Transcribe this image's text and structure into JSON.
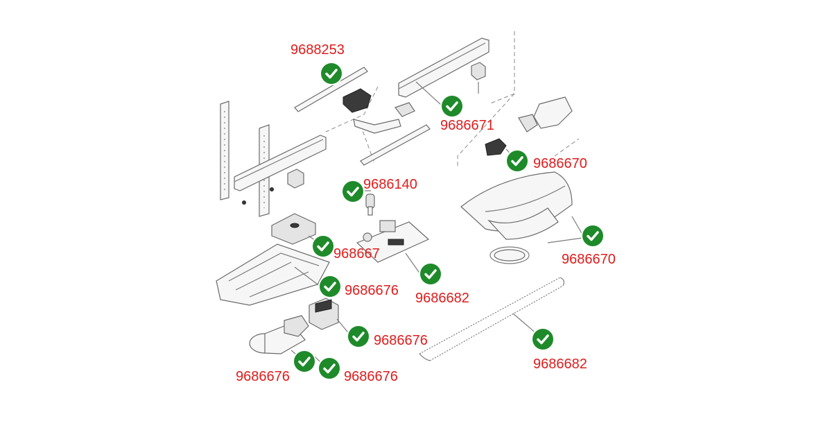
{
  "labels": [
    {
      "id": "top-bracket",
      "text": "9688253"
    },
    {
      "id": "rail-right",
      "text": "9686671"
    },
    {
      "id": "limit-switch",
      "text": "9686670"
    },
    {
      "id": "bulb",
      "text": "9686140"
    },
    {
      "id": "cover",
      "text": "9686670"
    },
    {
      "id": "pad",
      "text": "968667"
    },
    {
      "id": "base",
      "text": "9686676"
    },
    {
      "id": "control-board",
      "text": "9686682"
    },
    {
      "id": "transformer",
      "text": "9686676"
    },
    {
      "id": "chain",
      "text": "9686682"
    },
    {
      "id": "motor-left",
      "text": "9686676"
    },
    {
      "id": "motor-right",
      "text": "9686676"
    }
  ],
  "colors": {
    "label": "#e01b1b",
    "check": "#1e8a2a",
    "line": "#7a7a7a"
  },
  "icons": {
    "check": "check-circle-icon"
  }
}
